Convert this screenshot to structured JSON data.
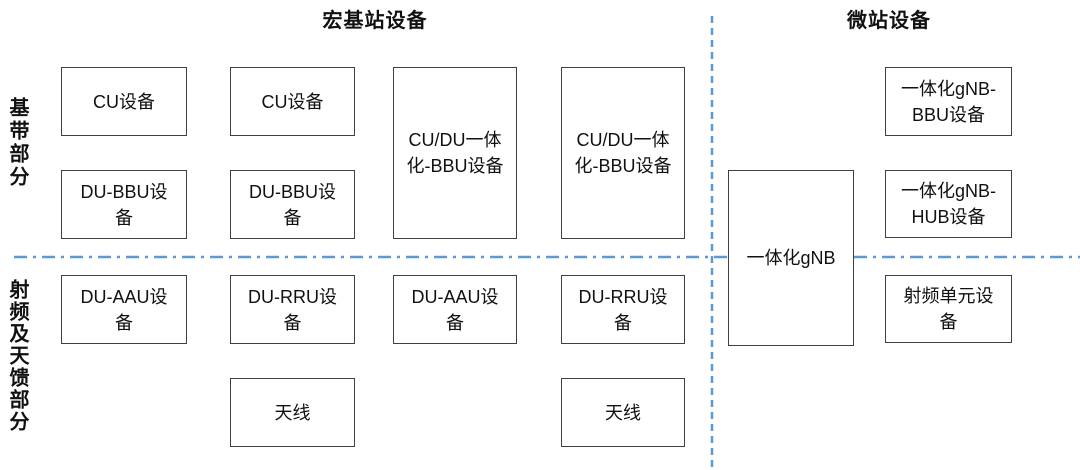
{
  "sections": {
    "macro": {
      "title": "宏基站设备"
    },
    "micro": {
      "title": "微站设备"
    }
  },
  "row_labels": {
    "baseband": "基带部分",
    "rf": "射频及天馈部分"
  },
  "boxes": {
    "macro_col1_cu": {
      "label": "CU设备"
    },
    "macro_col1_du_bbu": {
      "label": "DU-BBU设\n备"
    },
    "macro_col1_du_aau": {
      "label": "DU-AAU设\n备"
    },
    "macro_col2_cu": {
      "label": "CU设备"
    },
    "macro_col2_du_bbu": {
      "label": "DU-BBU设\n备"
    },
    "macro_col2_du_rru": {
      "label": "DU-RRU设\n备"
    },
    "macro_col2_antenna": {
      "label": "天线"
    },
    "macro_col3_cudu_bbu": {
      "label": "CU/DU一体\n化-BBU设备"
    },
    "macro_col3_du_aau": {
      "label": "DU-AAU设\n备"
    },
    "macro_col4_cudu_bbu": {
      "label": "CU/DU一体\n化-BBU设备"
    },
    "macro_col4_du_rru": {
      "label": "DU-RRU设\n备"
    },
    "macro_col4_antenna": {
      "label": "天线"
    },
    "micro_gnb": {
      "label": "一体化gNB"
    },
    "micro_gnb_bbu": {
      "label": "一体化gNB-\nBBU设备"
    },
    "micro_gnb_hub": {
      "label": "一体化gNB-\nHUB设备"
    },
    "micro_rf_unit": {
      "label": "射频单元设\n备"
    }
  },
  "colors": {
    "divider_blue": "#5B9BD5",
    "box_border": "#404040",
    "text": "#111111",
    "background": "#FFFFFF"
  }
}
